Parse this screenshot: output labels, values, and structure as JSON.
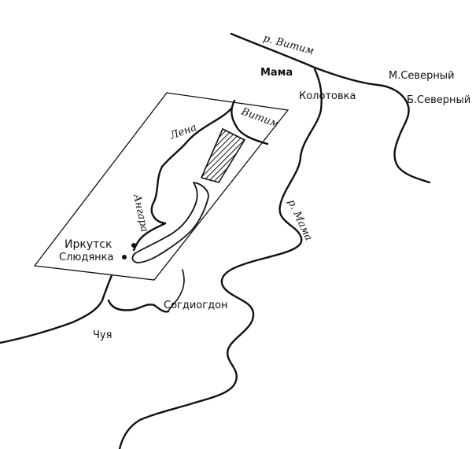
{
  "rivers": {
    "vitim_main": "р. Витим",
    "mama": "р. Мама",
    "vitim_inset": "Витим",
    "lena": "Лена",
    "angara": "Ангара"
  },
  "places": {
    "mama": "Мама",
    "kolotovka": "Колотовка",
    "m_severny": "М.Северный",
    "b_severny": "Б.Северный",
    "sogdiogdon": "Согдиогдон",
    "chuya": "Чуя",
    "irkutsk": "Иркутск",
    "slyudyanka": "Слюдянка"
  }
}
